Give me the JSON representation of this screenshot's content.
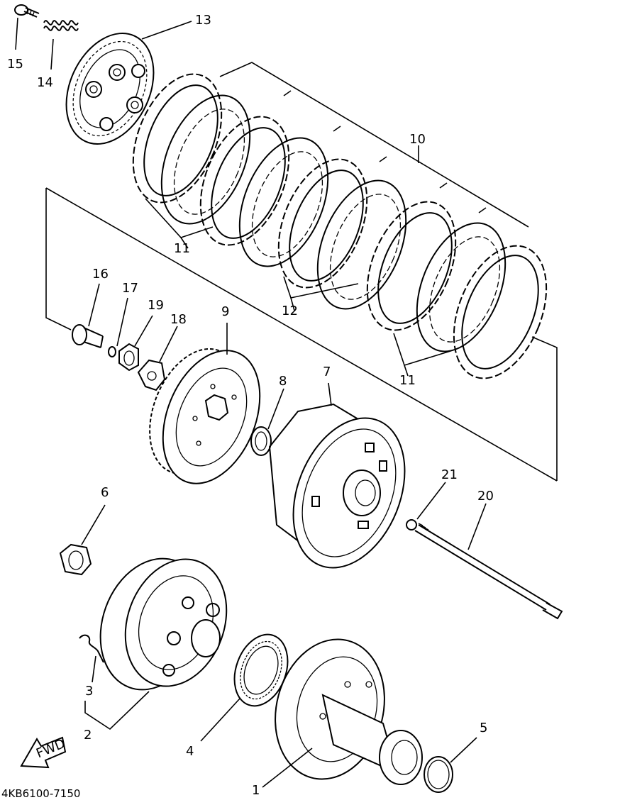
{
  "diagram": {
    "document_code": "4KB6100-7150",
    "direction_badge": "FWD",
    "labels": {
      "p1": "1",
      "p2": "2",
      "p3": "3",
      "p4": "4",
      "p5": "5",
      "p6": "6",
      "p7": "7",
      "p8": "8",
      "p9": "9",
      "p10": "10",
      "p11a": "11",
      "p11b": "11",
      "p12": "12",
      "p13": "13",
      "p14": "14",
      "p15": "15",
      "p16": "16",
      "p17": "17",
      "p18": "18",
      "p19": "19",
      "p20": "20",
      "p21": "21"
    }
  }
}
